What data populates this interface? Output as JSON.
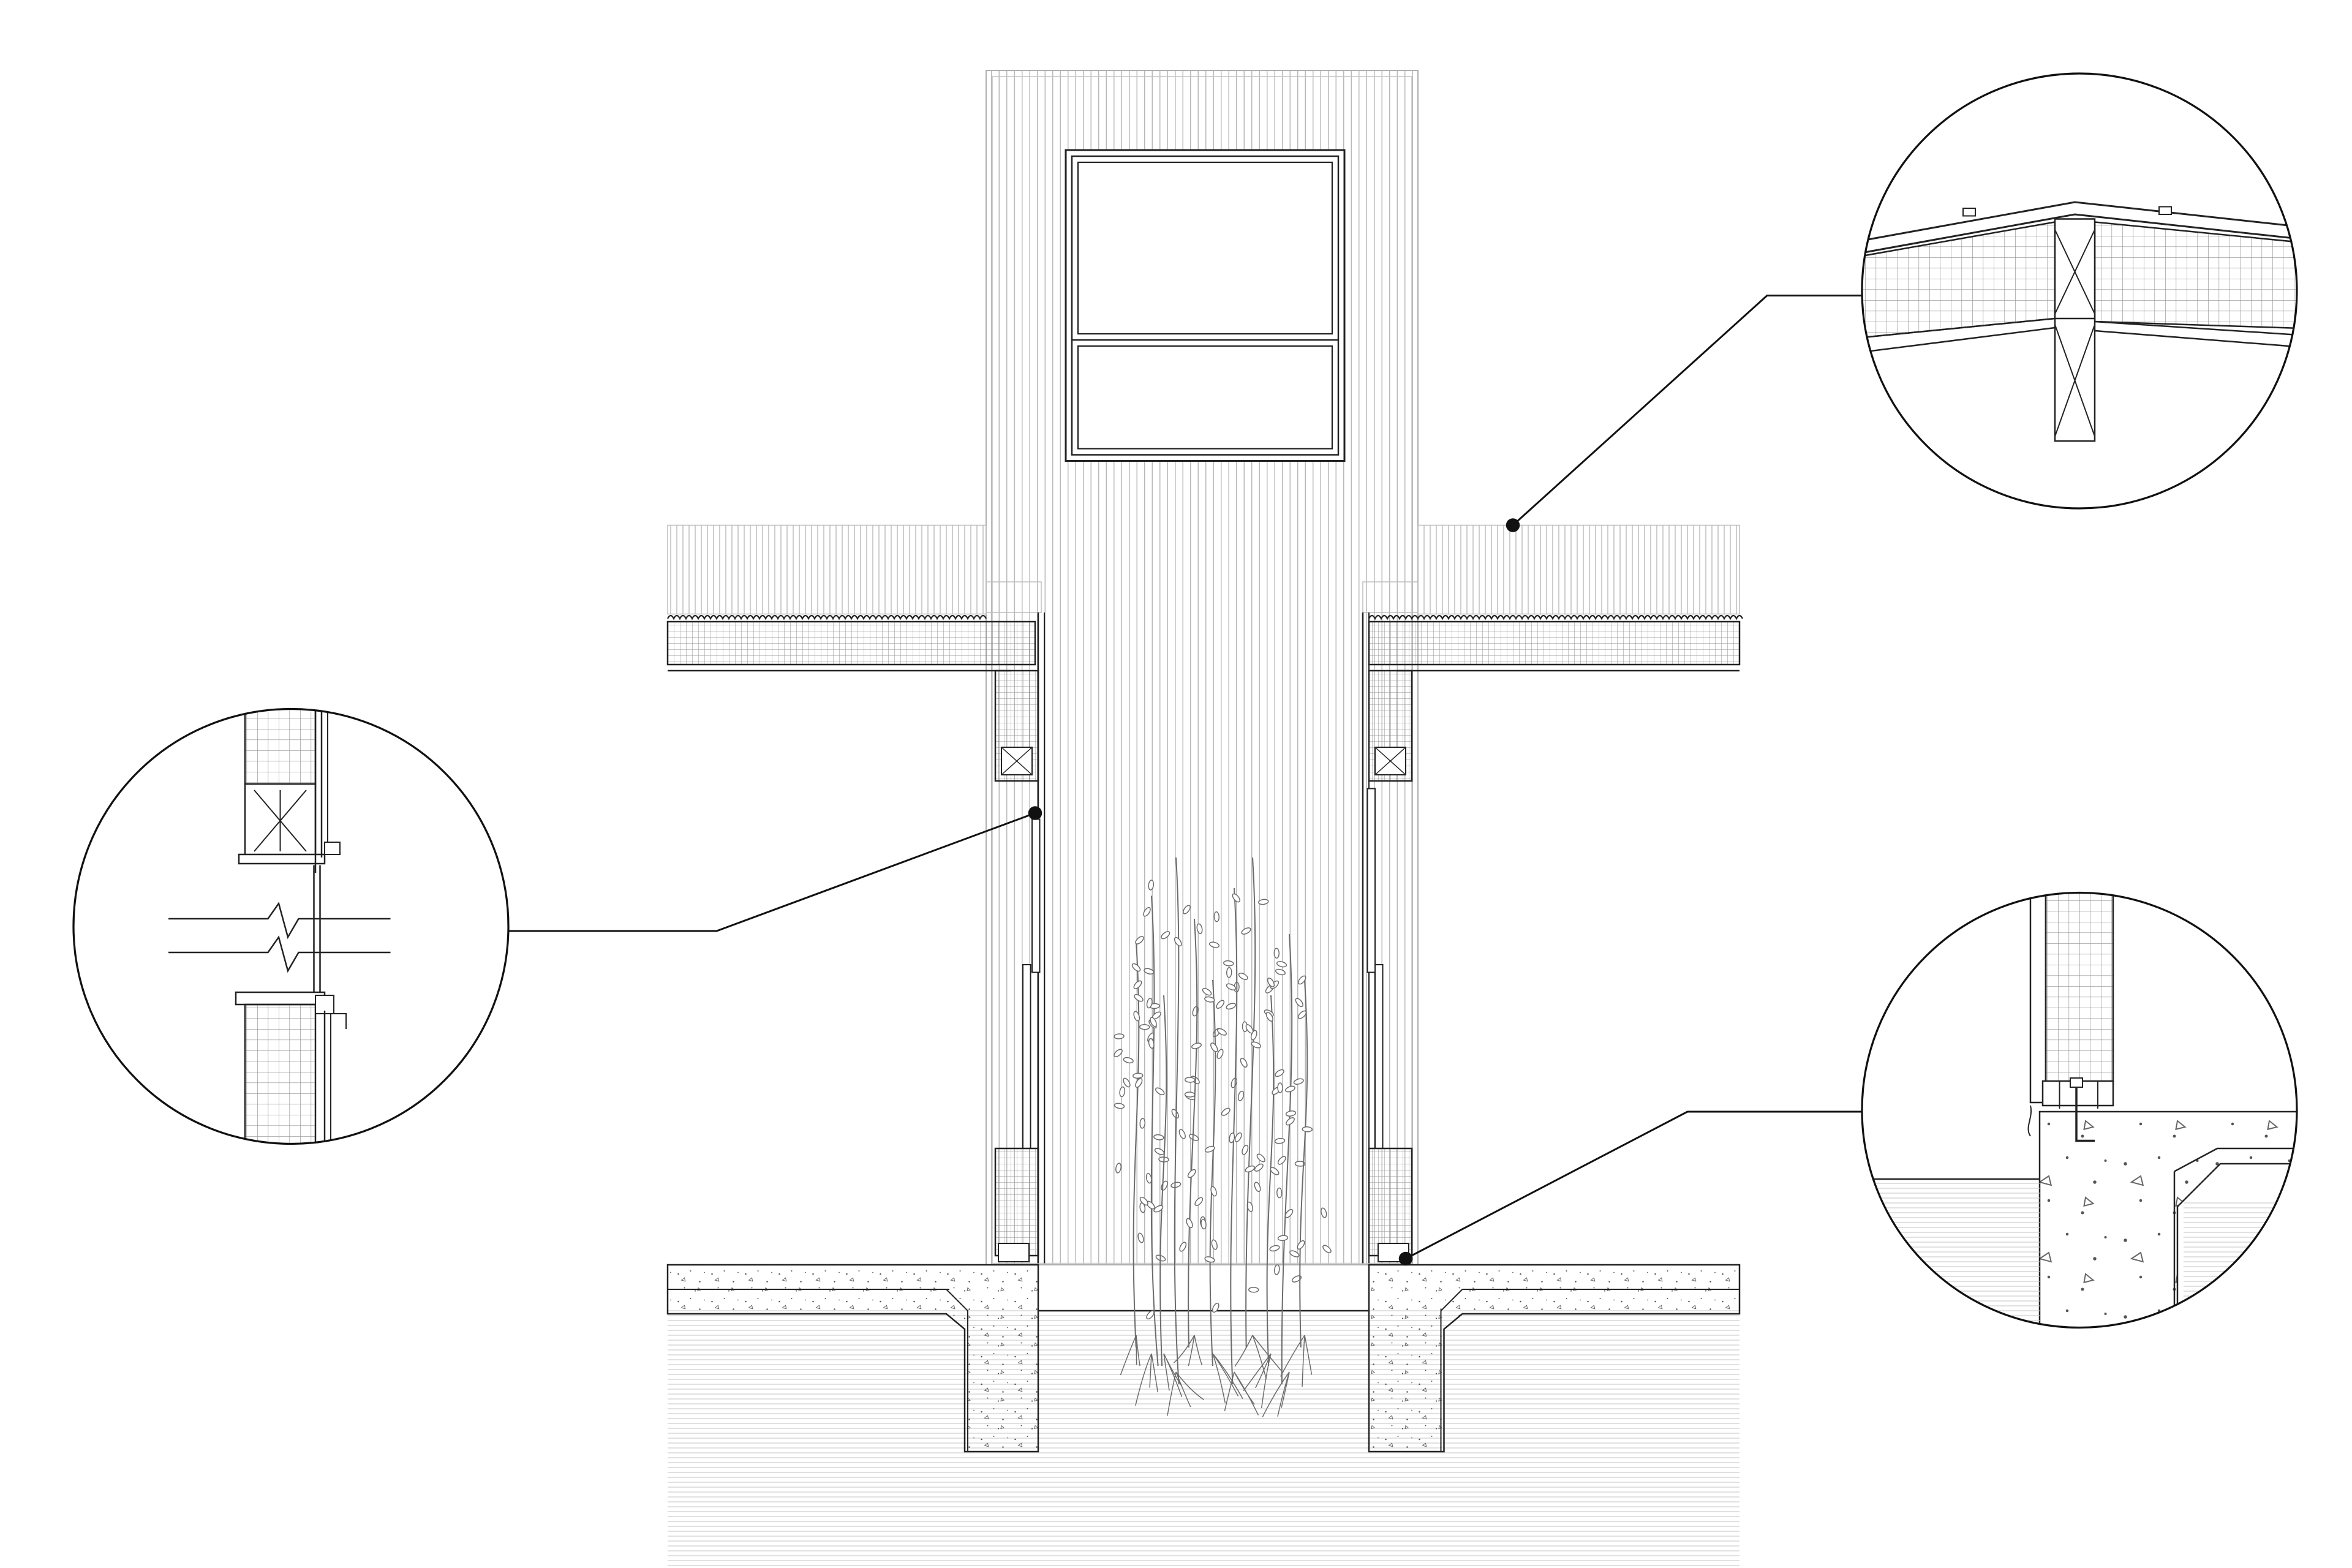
{
  "drawing": {
    "line_color": "#111111",
    "fine_line_color": "#6b6b6b",
    "hatch_color": "#9a9a9a",
    "concrete_speckle_color": "#555555",
    "background": "#ffffff"
  },
  "callouts": [
    {
      "id": "roof-eave-detail"
    },
    {
      "id": "wall-glazing-detail"
    },
    {
      "id": "foundation-sill-detail"
    }
  ]
}
